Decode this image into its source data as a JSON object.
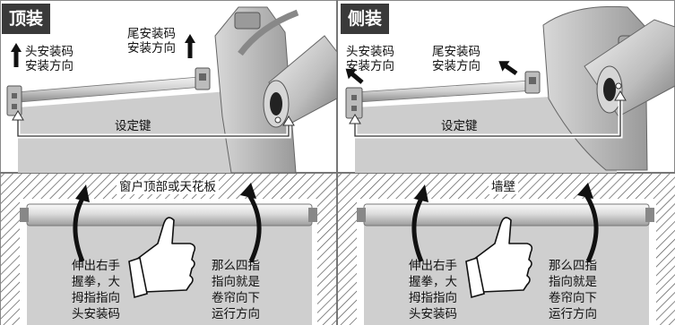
{
  "panels": {
    "top_mount": {
      "tag": "顶装",
      "head_label_1": "头安装码",
      "head_label_2": "安装方向",
      "tail_label_1": "尾安装码",
      "tail_label_2": "安装方向",
      "set_key": "设定键"
    },
    "side_mount": {
      "tag": "侧装",
      "head_label_1": "头安装码",
      "head_label_2": "安装方向",
      "tail_label_1": "尾安装码",
      "tail_label_2": "安装方向",
      "set_key": "设定键"
    }
  },
  "bottom": {
    "left": {
      "surface_label": "窗户顶部或天花板",
      "left_text": [
        "伸出右手",
        "握拳，大",
        "拇指指向",
        "头安装码"
      ],
      "right_text": [
        "那么四指",
        "指向就是",
        "卷帘向下",
        "运行方向"
      ]
    },
    "right": {
      "surface_label": "墙壁",
      "left_text": [
        "伸出右手",
        "握拳，大",
        "拇指指向",
        "头安装码"
      ],
      "right_text": [
        "那么四指",
        "指向就是",
        "卷帘向下",
        "运行方向"
      ]
    }
  },
  "colors": {
    "tag_bg": "#3a3a3a",
    "shade": "#cfcfcf",
    "metal": "#b8b8b8",
    "frame": "#7a7a7a"
  }
}
